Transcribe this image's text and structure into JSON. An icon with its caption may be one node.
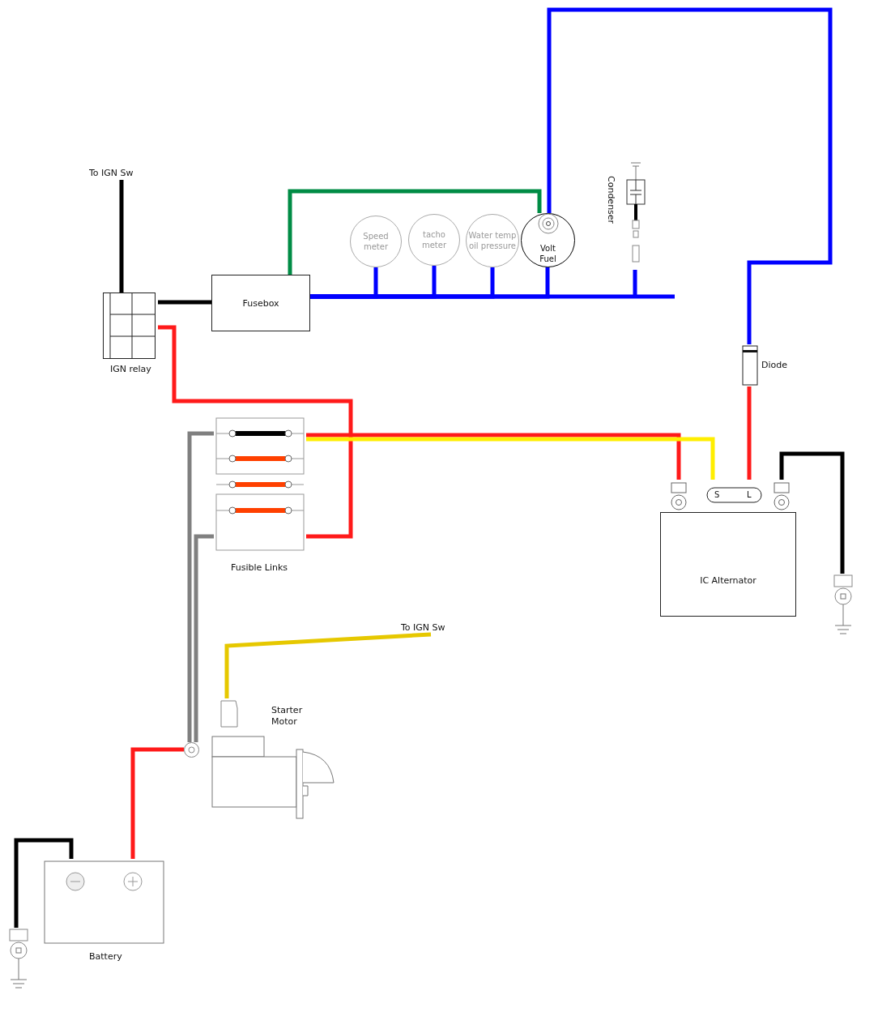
{
  "diagram": {
    "nodes": [
      {
        "text": [
          "To IGN Sw"
        ]
      },
      {
        "text": [
          "Condenser"
        ]
      },
      {
        "text": [
          "Speed meter"
        ]
      },
      {
        "text": [
          "tacho meter"
        ]
      },
      {
        "text": [
          "Water temp oil pressure"
        ]
      },
      {
        "text": [
          "Volt Fuel"
        ]
      },
      {
        "text": [
          "IGN relay"
        ]
      },
      {
        "text": [
          "Fusebox"
        ]
      },
      {
        "text": [
          "Diode"
        ]
      },
      {
        "text": [
          "Fusible Links"
        ]
      },
      {
        "text": [
          "IC Alternator"
        ]
      },
      {
        "text": [],
        "shape": "ground"
      },
      {
        "text": [
          "To IGN Sw"
        ]
      },
      {
        "text": [
          "Starter Motor"
        ]
      },
      {
        "text": [],
        "shape": "circle"
      },
      {
        "text": [
          "Battery"
        ]
      },
      {
        "text": [],
        "shape": "ground"
      }
    ],
    "edges": [
      {
        "from": 0,
        "to": 6,
        "arrow": "none",
        "color": "#000000"
      },
      {
        "from": 6,
        "to": 7,
        "arrow": "none",
        "color": "#000000"
      },
      {
        "from": 7,
        "to": 2,
        "arrow": "none",
        "color": "#0000ff"
      },
      {
        "from": 7,
        "to": 3,
        "arrow": "none",
        "color": "#0000ff"
      },
      {
        "from": 7,
        "to": 4,
        "arrow": "none",
        "color": "#0000ff"
      },
      {
        "from": 7,
        "to": 5,
        "arrow": "none",
        "color": "#0000ff"
      },
      {
        "from": 7,
        "to": 1,
        "arrow": "none",
        "color": "#0000ff"
      },
      {
        "from": 7,
        "to": 5,
        "arrow": "none",
        "color": "#008c45"
      },
      {
        "from": 8,
        "to": 5,
        "arrow": "none",
        "color": "#0000ff"
      },
      {
        "from": 10,
        "to": 8,
        "arrow": "none",
        "color": "#ff1a1a"
      },
      {
        "from": 6,
        "to": 9,
        "arrow": "none",
        "color": "#ff1a1a"
      },
      {
        "from": 9,
        "to": 10,
        "arrow": "none",
        "color": "#ff1a1a"
      },
      {
        "from": 9,
        "to": 10,
        "arrow": "none",
        "color": "#ffee00"
      },
      {
        "from": 10,
        "to": 11,
        "arrow": "none",
        "color": "#000000"
      },
      {
        "from": 9,
        "to": 14,
        "arrow": "none",
        "color": "#808080"
      },
      {
        "from": 9,
        "to": 14,
        "arrow": "none",
        "color": "#808080"
      },
      {
        "from": 15,
        "to": 14,
        "arrow": "none",
        "color": "#ff1a1a"
      },
      {
        "from": 15,
        "to": 16,
        "arrow": "none",
        "color": "#000000"
      },
      {
        "from": 12,
        "to": 13,
        "arrow": "none",
        "color": "#e6c800"
      }
    ],
    "labels": [
      "S",
      "L"
    ]
  }
}
